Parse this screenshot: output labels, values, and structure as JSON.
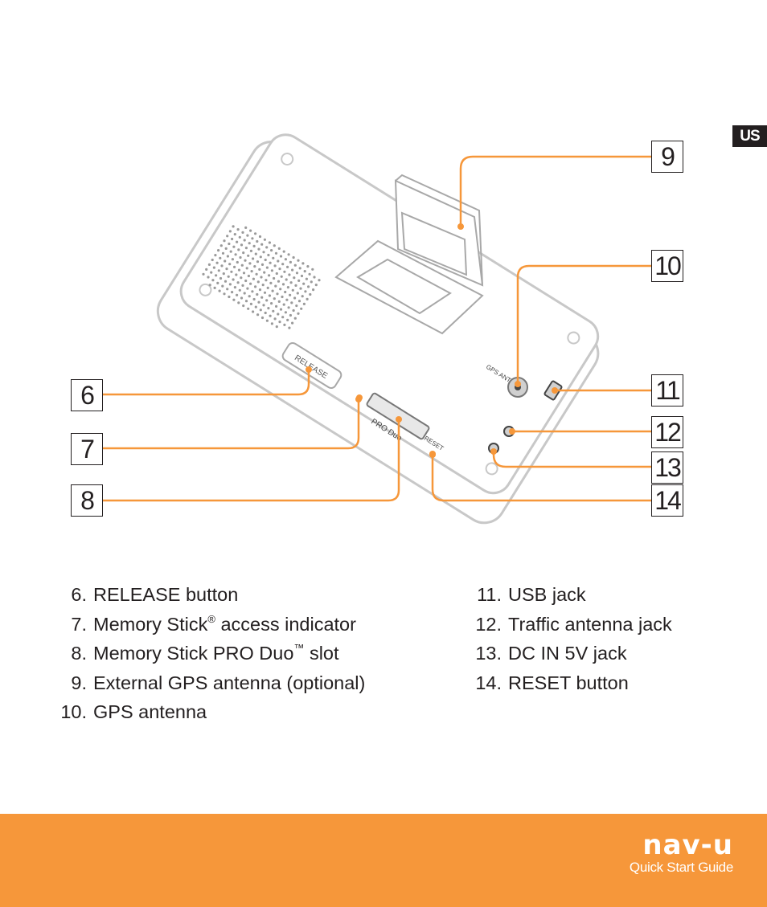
{
  "language_tab": "US",
  "callouts": {
    "c6": "6",
    "c7": "7",
    "c8": "8",
    "c9": "9",
    "c10": "10",
    "c11": "11",
    "c12": "12",
    "c13": "13",
    "c14": "14"
  },
  "device_labels": {
    "release": "RELEASE",
    "pro_duo": "PRO Duo",
    "gps_ant": "GPS ANT",
    "reset": "RESET"
  },
  "legend_left": [
    {
      "num": "6.",
      "text": "RELEASE button"
    },
    {
      "num": "7.",
      "text": "Memory Stick",
      "sup": "®",
      "text_after": " access indicator"
    },
    {
      "num": "8.",
      "text": "Memory Stick PRO Duo",
      "sup": "™",
      "text_after": " slot"
    },
    {
      "num": "9.",
      "text": "External GPS antenna (optional)"
    },
    {
      "num": "10.",
      "text": "GPS antenna"
    }
  ],
  "legend_right": [
    {
      "num": "11.",
      "text": "USB jack"
    },
    {
      "num": "12.",
      "text": "Traffic antenna jack"
    },
    {
      "num": "13.",
      "text": "DC IN 5V jack"
    },
    {
      "num": "14.",
      "text": "RESET button"
    }
  ],
  "footer": {
    "logo": "nav-u",
    "subtitle": "Quick Start Guide"
  },
  "colors": {
    "accent": "#f6973a",
    "device_outline": "#c8c8c8",
    "text": "#231f20"
  }
}
